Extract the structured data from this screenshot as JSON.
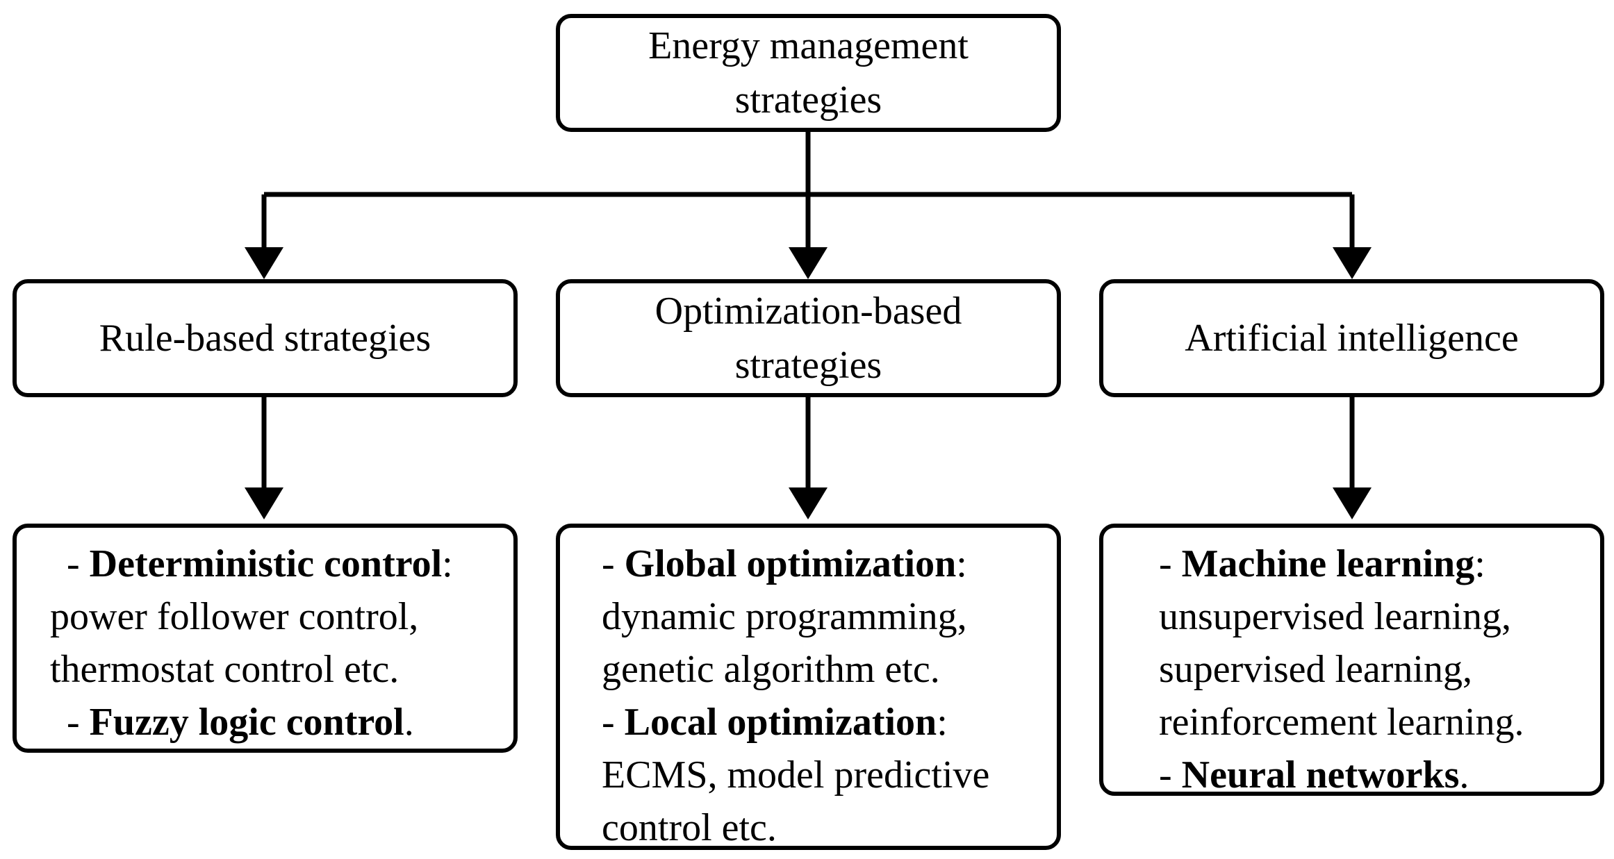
{
  "root": {
    "line1": "Energy management",
    "line2": "strategies"
  },
  "categories": {
    "rule_based": {
      "label": "Rule-based strategies"
    },
    "optimization_based": {
      "line1": "Optimization-based",
      "line2": "strategies"
    },
    "artificial_intelligence": {
      "label": "Artificial intelligence"
    }
  },
  "details": {
    "rule_based": {
      "item1_dash": "- ",
      "item1_term": "Deterministic control",
      "item1_colon": ":",
      "item1_desc_1": "power follower control,",
      "item1_desc_2": "thermostat control etc.",
      "item2_dash": "- ",
      "item2_term": "Fuzzy logic control",
      "item2_end": "."
    },
    "optimization_based": {
      "item1_dash": "- ",
      "item1_term": "Global optimization",
      "item1_colon": ":",
      "item1_desc_1": "dynamic programming,",
      "item1_desc_2": "genetic algorithm etc.",
      "item2_dash": "- ",
      "item2_term": "Local optimization",
      "item2_colon": ":",
      "item2_desc_1": "ECMS, model predictive",
      "item2_desc_2": "control etc."
    },
    "artificial_intelligence": {
      "item1_dash": "- ",
      "item1_term": "Machine learning",
      "item1_colon": ":",
      "item1_desc_1": "unsupervised learning,",
      "item1_desc_2": "supervised learning,",
      "item1_desc_3": "reinforcement learning.",
      "item2_dash": "- ",
      "item2_term": "Neural networks",
      "item2_end": "."
    }
  }
}
